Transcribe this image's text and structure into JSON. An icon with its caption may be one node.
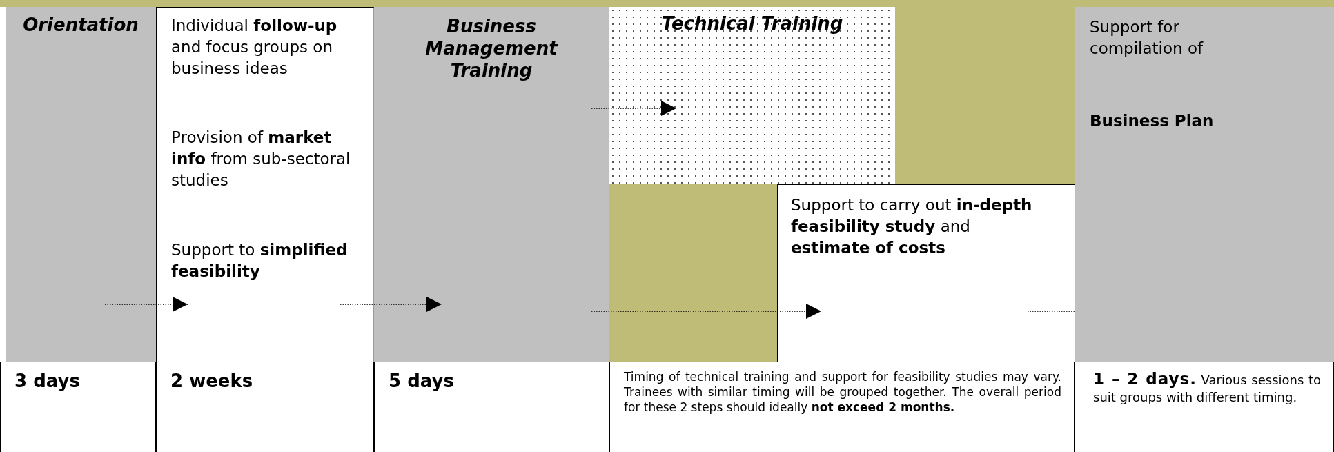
{
  "diagram": {
    "nodes": [
      {
        "text": [
          "Orientation"
        ]
      },
      {
        "text": [
          "Individual **follow-up** and focus groups on business ideas",
          "Provision of **market info** from sub-sectoral studies",
          "Support to **simplified feasibility**"
        ]
      },
      {
        "text": [
          "Business Management Training"
        ]
      },
      {
        "text": [
          "Technical Training"
        ]
      },
      {
        "text": [
          "Support to carry out **in-depth feasibility study** and **estimate of costs**"
        ]
      },
      {
        "text": [
          "Support for compilation of",
          "Business Plan"
        ]
      }
    ],
    "edges": [
      {
        "from": 0,
        "to": 1,
        "arrow": "to",
        "style": "dashed"
      },
      {
        "from": 1,
        "to": 2,
        "arrow": "to",
        "style": "dashed"
      },
      {
        "from": 2,
        "to": 3,
        "arrow": "to",
        "style": "dashed"
      },
      {
        "from": 2,
        "to": 4,
        "arrow": "to",
        "style": "dashed"
      },
      {
        "from": 4,
        "to": 5,
        "arrow": "none",
        "style": "dashed"
      }
    ],
    "labels": [
      "3 days",
      "2 weeks",
      "5 days",
      "Timing of technical training and support for feasibility studies may vary. Trainees with similar timing will be grouped together. The overall period for these 2 steps should ideally **not exceed 2 months.**",
      "**1 – 2 days.** Various sessions to suit groups with different timing."
    ]
  }
}
